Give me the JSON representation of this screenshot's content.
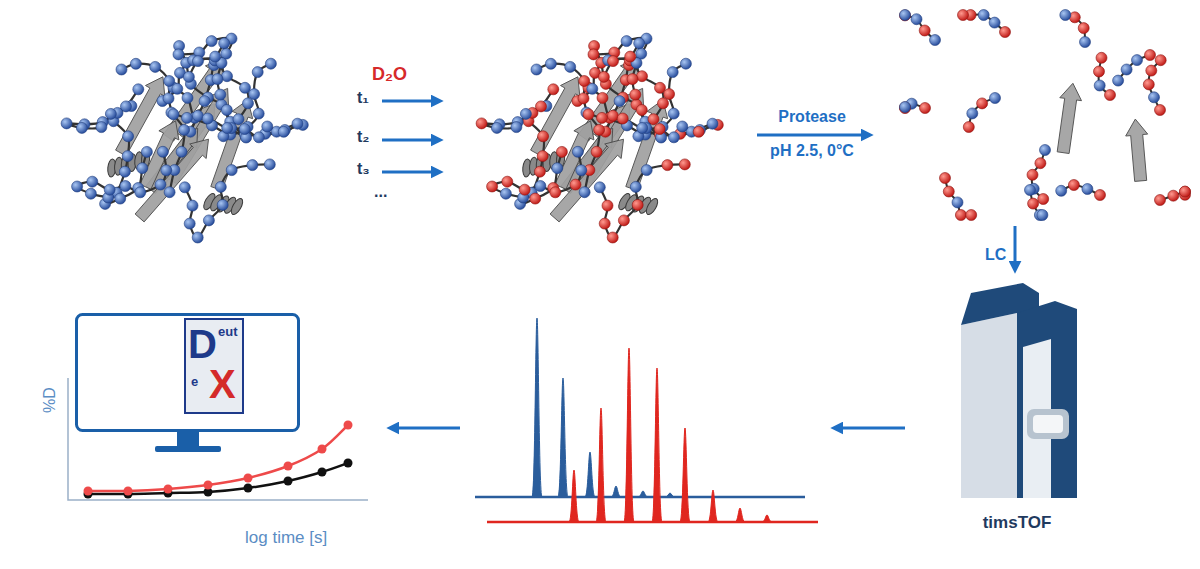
{
  "diagram": {
    "nodes": [
      {
        "text": [
          "timsTOF"
        ]
      },
      {
        "text": [
          "D",
          "eut",
          "e",
          "X"
        ]
      }
    ],
    "labels": [
      "D₂O",
      "t₁",
      "t₂",
      "t₃",
      "...",
      "Protease",
      "pH 2.5, 0°C",
      "LC",
      "%D",
      "log time [s]"
    ]
  }
}
